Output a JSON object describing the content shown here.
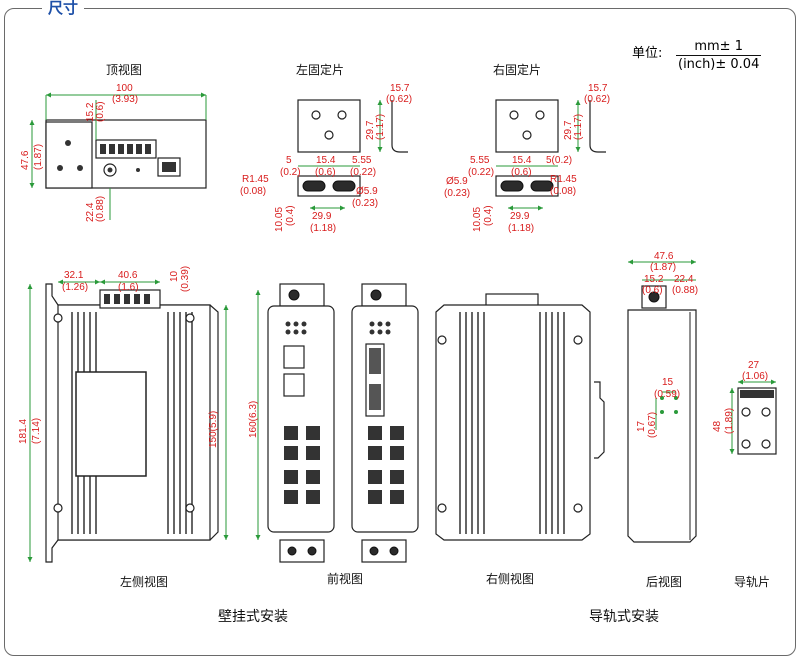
{
  "section_title": "尺寸",
  "unit": {
    "label": "单位:",
    "numerator": "mm± 1",
    "denominator": "(inch)± 0.04"
  },
  "views": {
    "top": "顶视图",
    "left_bracket": "左固定片",
    "right_bracket": "右固定片",
    "left_side": "左侧视图",
    "front": "前视图",
    "right_side": "右侧视图",
    "rear": "后视图",
    "rail_clip": "导轨片"
  },
  "mounting": {
    "wall": "壁挂式安装",
    "din": "导轨式安装"
  },
  "dims": {
    "top_100": "100",
    "top_393": "(3.93)",
    "top_152": "15.2",
    "top_06": "(0.6)",
    "top_476": "47.6",
    "top_187": "(1.87)",
    "top_224": "22.4",
    "top_088": "(0.88)",
    "lb_157": "15.7",
    "lb_062": "(0.62)",
    "lb_297": "29.7",
    "lb_117": "(1.17)",
    "lb_5": "5",
    "lb_02": "(0.2)",
    "lb_154": "15.4",
    "lb_06": "(0.6)",
    "lb_555": "5.55",
    "lb_022": "(0.22)",
    "lb_r145": "R1.45",
    "lb_008": "(0.08)",
    "lb_d59": "Ø5.9",
    "lb_023": "(0.23)",
    "lb_1005": "10.05",
    "lb_04": "(0.4)",
    "lb_299": "29.9",
    "lb_118": "(1.18)",
    "rb_157": "15.7",
    "rb_062": "(0.62)",
    "rb_297": "29.7",
    "rb_117": "(1.17)",
    "rb_555": "5.55",
    "rb_022": "(0.22)",
    "rb_154": "15.4",
    "rb_06": "(0.6)",
    "rb_5": "5(0.2)",
    "rb_d59": "Ø5.9",
    "rb_023": "(0.23)",
    "rb_r145": "R1.45",
    "rb_008": "(0.08)",
    "rb_1005": "10.05",
    "rb_04": "(0.4)",
    "rb_299": "29.9",
    "rb_118": "(1.18)",
    "ls_321": "32.1",
    "ls_126": "(1.26)",
    "ls_406": "40.6",
    "ls_16": "(1.6)",
    "ls_10": "10",
    "ls_039": "(0.39)",
    "ls_1814": "181.4",
    "ls_714": "(7.14)",
    "ls_150": "150(5.9)",
    "fv_160": "160(6.3)",
    "rv_476": "47.6",
    "rv_187": "(1.87)",
    "rv_152": "15.2",
    "rv_06": "(0.6)",
    "rv_224": "22.4",
    "rv_088": "(0.88)",
    "rv_15": "15",
    "rv_059": "(0.59)",
    "rv_17": "17",
    "rv_067": "(0.67)",
    "rc_27": "27",
    "rc_106": "(1.06)",
    "rc_48": "48",
    "rc_189": "(1.89)"
  }
}
